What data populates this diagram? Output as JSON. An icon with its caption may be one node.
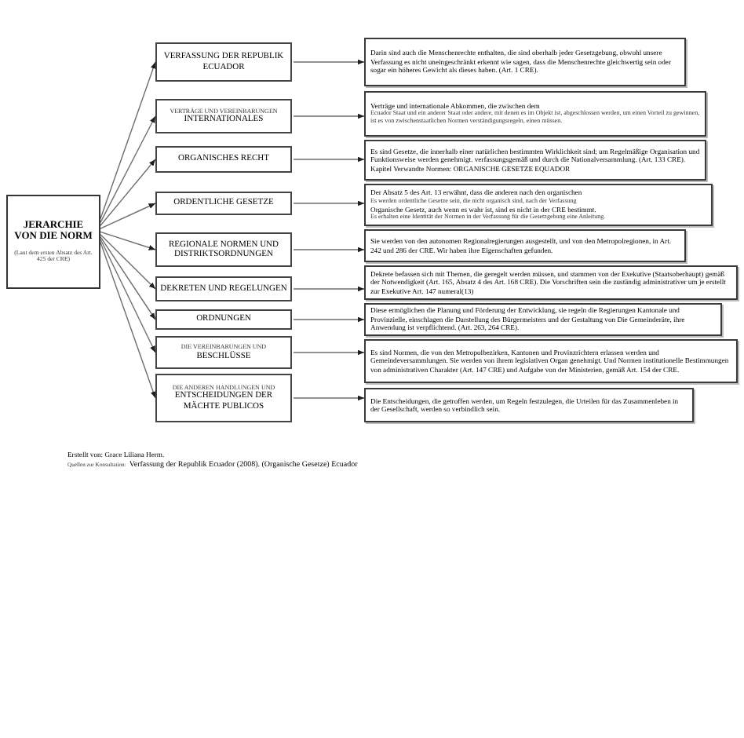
{
  "diagram": {
    "nodes": [
      {
        "text": [
          "JERARCHIE VON DIE NORM",
          "(Laut dem ersten Absatz des Art. 425 der CRE)"
        ]
      },
      {
        "text": [
          "VERFASSUNG DER REPUBLIK ECUADOR"
        ]
      },
      {
        "text": [
          "VERTRÄGE UND VEREINBARUNGEN",
          "INTERNATIONALES"
        ]
      },
      {
        "text": [
          "ORGANISCHES RECHT"
        ]
      },
      {
        "text": [
          "ORDENTLICHE GESETZE"
        ]
      },
      {
        "text": [
          "REGIONALE NORMEN UND DISTRIKTSORDNUNGEN"
        ]
      },
      {
        "text": [
          "DEKRETEN UND REGELUNGEN"
        ]
      },
      {
        "text": [
          "ORDNUNGEN"
        ]
      },
      {
        "text": [
          "DIE VEREINBARUNGEN UND",
          "BESCHLÜSSE"
        ]
      },
      {
        "text": [
          "DIE ANDEREN HANDLUNGEN UND",
          "ENTSCHEIDUNGEN DER MÄCHTE PUBLICOS"
        ]
      },
      {
        "text": [
          "Darin sind auch die Menschenrechte enthalten, die sind oberhalb jeder Gesetzgebung, obwohl unsere Verfassung es nicht uneingeschränkt erkennt wie sagen, dass die Menschenrechte gleichwertig sein oder sogar ein höheres Gewicht als dieses haben. (Art. 1 CRE)."
        ]
      },
      {
        "text": [
          "Verträge und internationale Abkommen, die zwischen dem",
          "Ecuador Staat und ein anderer Staat oder andere, mit denen es im Objekt ist, abgeschlossen werden, um einen Vorteil zu gewinnen, ist es von zwischenstaatlichen Normen verständigungsregeln, einen müssen."
        ]
      },
      {
        "text": [
          "Es sind Gesetze, die innerhalb einer natürlichen bestimmten Wirklichkeit sind; um Regelmäßige Organisation und Funktionsweise werden genehmigt. verfassungsgemäß und durch die Nationalversammlung. (Art. 133 CRE). Kapitel Verwandte Normen: ORGANISCHE GESETZE EQUADOR"
        ]
      },
      {
        "text": [
          "Der Absatz 5 des Art. 13 erwähnt, dass die anderen nach den organischen",
          "Es werden ordentliche Gesetze sein, die nicht organisch sind, nach der Verfassung",
          "Organische Gesetz, auch wenn es wahr ist, sind es nicht in der CRE bestimmt.",
          "Es erhalten eine Identität der Normen in der Verfassung für die Gesetzgebung eine Anleitung."
        ]
      },
      {
        "text": [
          "Sie werden von den autonomen Regionalregierungen ausgestellt, und von den Metropolregionen, in Art. 242 und 286 der CRE. Wir haben ihre Eigenschaften gefunden."
        ]
      },
      {
        "text": [
          "Dekrete befassen sich mit Themen, die geregelt werden müssen, und stammen von der Exekutive (Staatsoberhaupt) gemäß der Notwendigkeit (Art. 165, Absatz 4 des Art. 168 CRE). Die Vorschriften sein die zuständig administrativer um je erstellt zur Exekutive Art. 147 numeral(13)"
        ]
      },
      {
        "text": [
          "Diese ermöglichen die Planung und Förderung der Entwicklung, sie regeln die Regierungen Kantonale und Provinzielle, einschlagen die Darstellung des Bürgermeisters und der Gestaltung von Die Gemeinderäte, ihre Anwendung ist verpflichtend. (Art. 263, 264 CRE)."
        ]
      },
      {
        "text": [
          "Es sind Normen, die von den Metropolbezirken, Kantonen und Provinzrichtern erlassen werden und Gemeindeversammlungen. Sie werden von ihrem legislativen Organ genehmigt. Und Normen institutionelle Bestimmungen von administrativen Charakter (Art. 147 CRE) und Aufgabe von der Ministerien, gemäß Art. 154 der CRE."
        ]
      },
      {
        "text": [
          "Die Entscheidungen, die getroffen werden, um Regeln festzulegen, die Urteilen für das Zusammenleben in der Gesellschaft, werden so verbindlich sein."
        ]
      }
    ],
    "edges": [
      {
        "from": 0,
        "to": 1,
        "arrow": "to"
      },
      {
        "from": 0,
        "to": 2,
        "arrow": "to"
      },
      {
        "from": 0,
        "to": 3,
        "arrow": "to"
      },
      {
        "from": 0,
        "to": 4,
        "arrow": "to"
      },
      {
        "from": 0,
        "to": 5,
        "arrow": "to"
      },
      {
        "from": 0,
        "to": 6,
        "arrow": "to"
      },
      {
        "from": 0,
        "to": 7,
        "arrow": "to"
      },
      {
        "from": 0,
        "to": 8,
        "arrow": "to"
      },
      {
        "from": 0,
        "to": 9,
        "arrow": "to"
      },
      {
        "from": 1,
        "to": 10,
        "arrow": "to"
      },
      {
        "from": 2,
        "to": 11,
        "arrow": "to"
      },
      {
        "from": 3,
        "to": 12,
        "arrow": "to"
      },
      {
        "from": 4,
        "to": 13,
        "arrow": "to"
      },
      {
        "from": 5,
        "to": 14,
        "arrow": "to"
      },
      {
        "from": 6,
        "to": 15,
        "arrow": "to"
      },
      {
        "from": 7,
        "to": 16,
        "arrow": "to"
      },
      {
        "from": 8,
        "to": 17,
        "arrow": "to"
      },
      {
        "from": 9,
        "to": 18,
        "arrow": "to"
      }
    ],
    "labels": [
      "Erstellt von: Grace Liliana Herm.",
      "Quellen zur Konsultation:",
      "Verfassung der Republik Ecuador (2008). (Organische Gesetze) Ecuador"
    ]
  }
}
